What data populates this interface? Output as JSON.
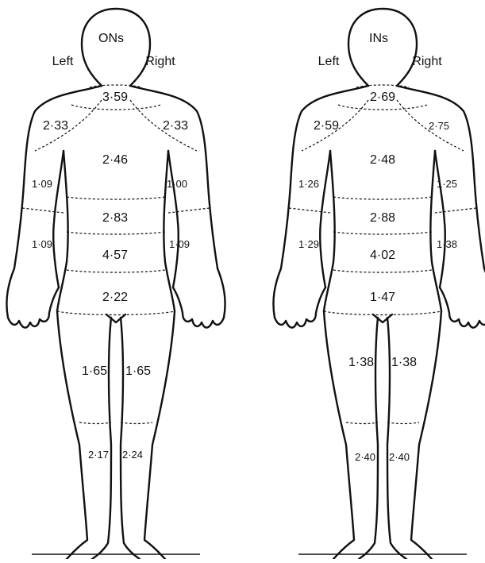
{
  "figures": [
    {
      "title": "ONs",
      "left_label": "Left",
      "right_label": "Right",
      "values": {
        "neck": "3·59",
        "shoulder_left": "2·33",
        "shoulder_right": "2·33",
        "chest": "2·46",
        "upper_arm_left": "1·09",
        "upper_arm_right": "1·00",
        "upper_abdomen": "2·83",
        "forearm_left": "1·09",
        "forearm_right": "1·09",
        "mid_abdomen": "4·57",
        "lower_abdomen": "2·22",
        "thigh_left": "1·65",
        "thigh_right": "1·65",
        "shin_left": "2·17",
        "shin_right": "2·24"
      }
    },
    {
      "title": "INs",
      "left_label": "Left",
      "right_label": "Right",
      "values": {
        "neck": "2·69",
        "shoulder_left": "2·59",
        "shoulder_right": "2·75",
        "chest": "2·48",
        "upper_arm_left": "1·26",
        "upper_arm_right": "1·25",
        "upper_abdomen": "2·88",
        "forearm_left": "1·29",
        "forearm_right": "1·38",
        "mid_abdomen": "4·02",
        "lower_abdomen": "1·47",
        "thigh_left": "1·38",
        "thigh_right": "1·38",
        "shin_left": "2·40",
        "shin_right": "2·40"
      }
    }
  ]
}
